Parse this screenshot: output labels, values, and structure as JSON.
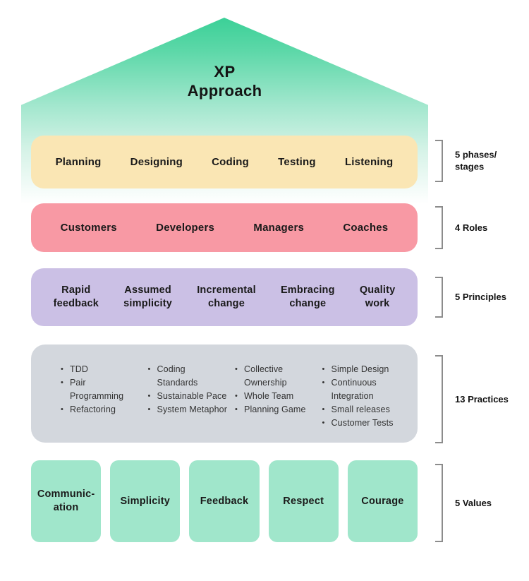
{
  "title": "XP\nApproach",
  "layers": {
    "phases": {
      "color": "#FAE6B4",
      "items": [
        "Planning",
        "Designing",
        "Coding",
        "Testing",
        "Listening"
      ]
    },
    "roles": {
      "color": "#F899A4",
      "items": [
        "Customers",
        "Developers",
        "Managers",
        "Coaches"
      ]
    },
    "principles": {
      "color": "#CBC0E5",
      "items": [
        "Rapid\nfeedback",
        "Assumed\nsimplicity",
        "Incremental\nchange",
        "Embracing\nchange",
        "Quality\nwork"
      ]
    },
    "practices": {
      "color": "#D3D7DD",
      "col1": [
        "TDD",
        "Pair\nProgramming",
        "Refactoring"
      ],
      "col2": [
        "Coding\nStandards",
        "Sustainable Pace",
        "System Metaphor"
      ],
      "col3": [
        "Collective\nOwnership",
        "Whole Team",
        "Planning Game"
      ],
      "col4": [
        "Simple Design",
        "Continuous\nIntegration",
        "Small releases",
        "Customer Tests"
      ]
    },
    "values": {
      "color": "#A0E6CB",
      "items": [
        "Communic-\nation",
        "Simplicity",
        "Feedback",
        "Respect",
        "Courage"
      ]
    }
  },
  "annotations": [
    {
      "label": "5 phases/\nstages"
    },
    {
      "label": "4 Roles"
    },
    {
      "label": "5 Principles"
    },
    {
      "label": "13 Practices"
    },
    {
      "label": "5 Values"
    }
  ],
  "colors": {
    "roof_top": "#3BD097",
    "roof_fade": "#FFFFFF",
    "phases_bar": "#FAE6B4",
    "roles_bar": "#F899A4",
    "principles_bar": "#CBC0E5",
    "practices_box": "#D3D7DD",
    "values_card": "#A0E6CB",
    "bracket": "#8C8C8C",
    "text": "#1A1A1A"
  }
}
